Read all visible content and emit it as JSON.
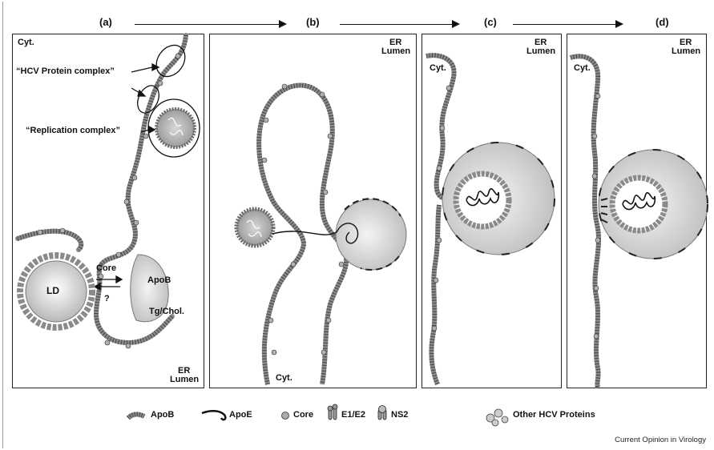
{
  "steps": [
    "(a)",
    "(b)",
    "(c)",
    "(d)"
  ],
  "panel_a": {
    "cyt": "Cyt.",
    "hcv_complex": "“HCV Protein complex”",
    "replication_complex": "“Replication complex”",
    "ld": "LD",
    "core": "Core",
    "question": "?",
    "apob": "ApoB",
    "tg_chol": "Tg/Chol.",
    "er": "ER",
    "lumen": "Lumen"
  },
  "panel_b": {
    "er": "ER",
    "lumen": "Lumen",
    "cyt": "Cyt."
  },
  "panel_c": {
    "er": "ER",
    "lumen": "Lumen",
    "cyt": "Cyt."
  },
  "panel_d": {
    "er": "ER",
    "lumen": "Lumen",
    "cyt": "Cyt."
  },
  "legend": [
    "ApoB",
    "ApoE",
    "Core",
    "E1/E2",
    "NS2",
    "Other HCV Proteins"
  ],
  "credit": "Current Opinion in Virology",
  "colors": {
    "membrane": "#8a8a8a",
    "vesicle": "#c9c9c9",
    "ink": "#111111"
  }
}
